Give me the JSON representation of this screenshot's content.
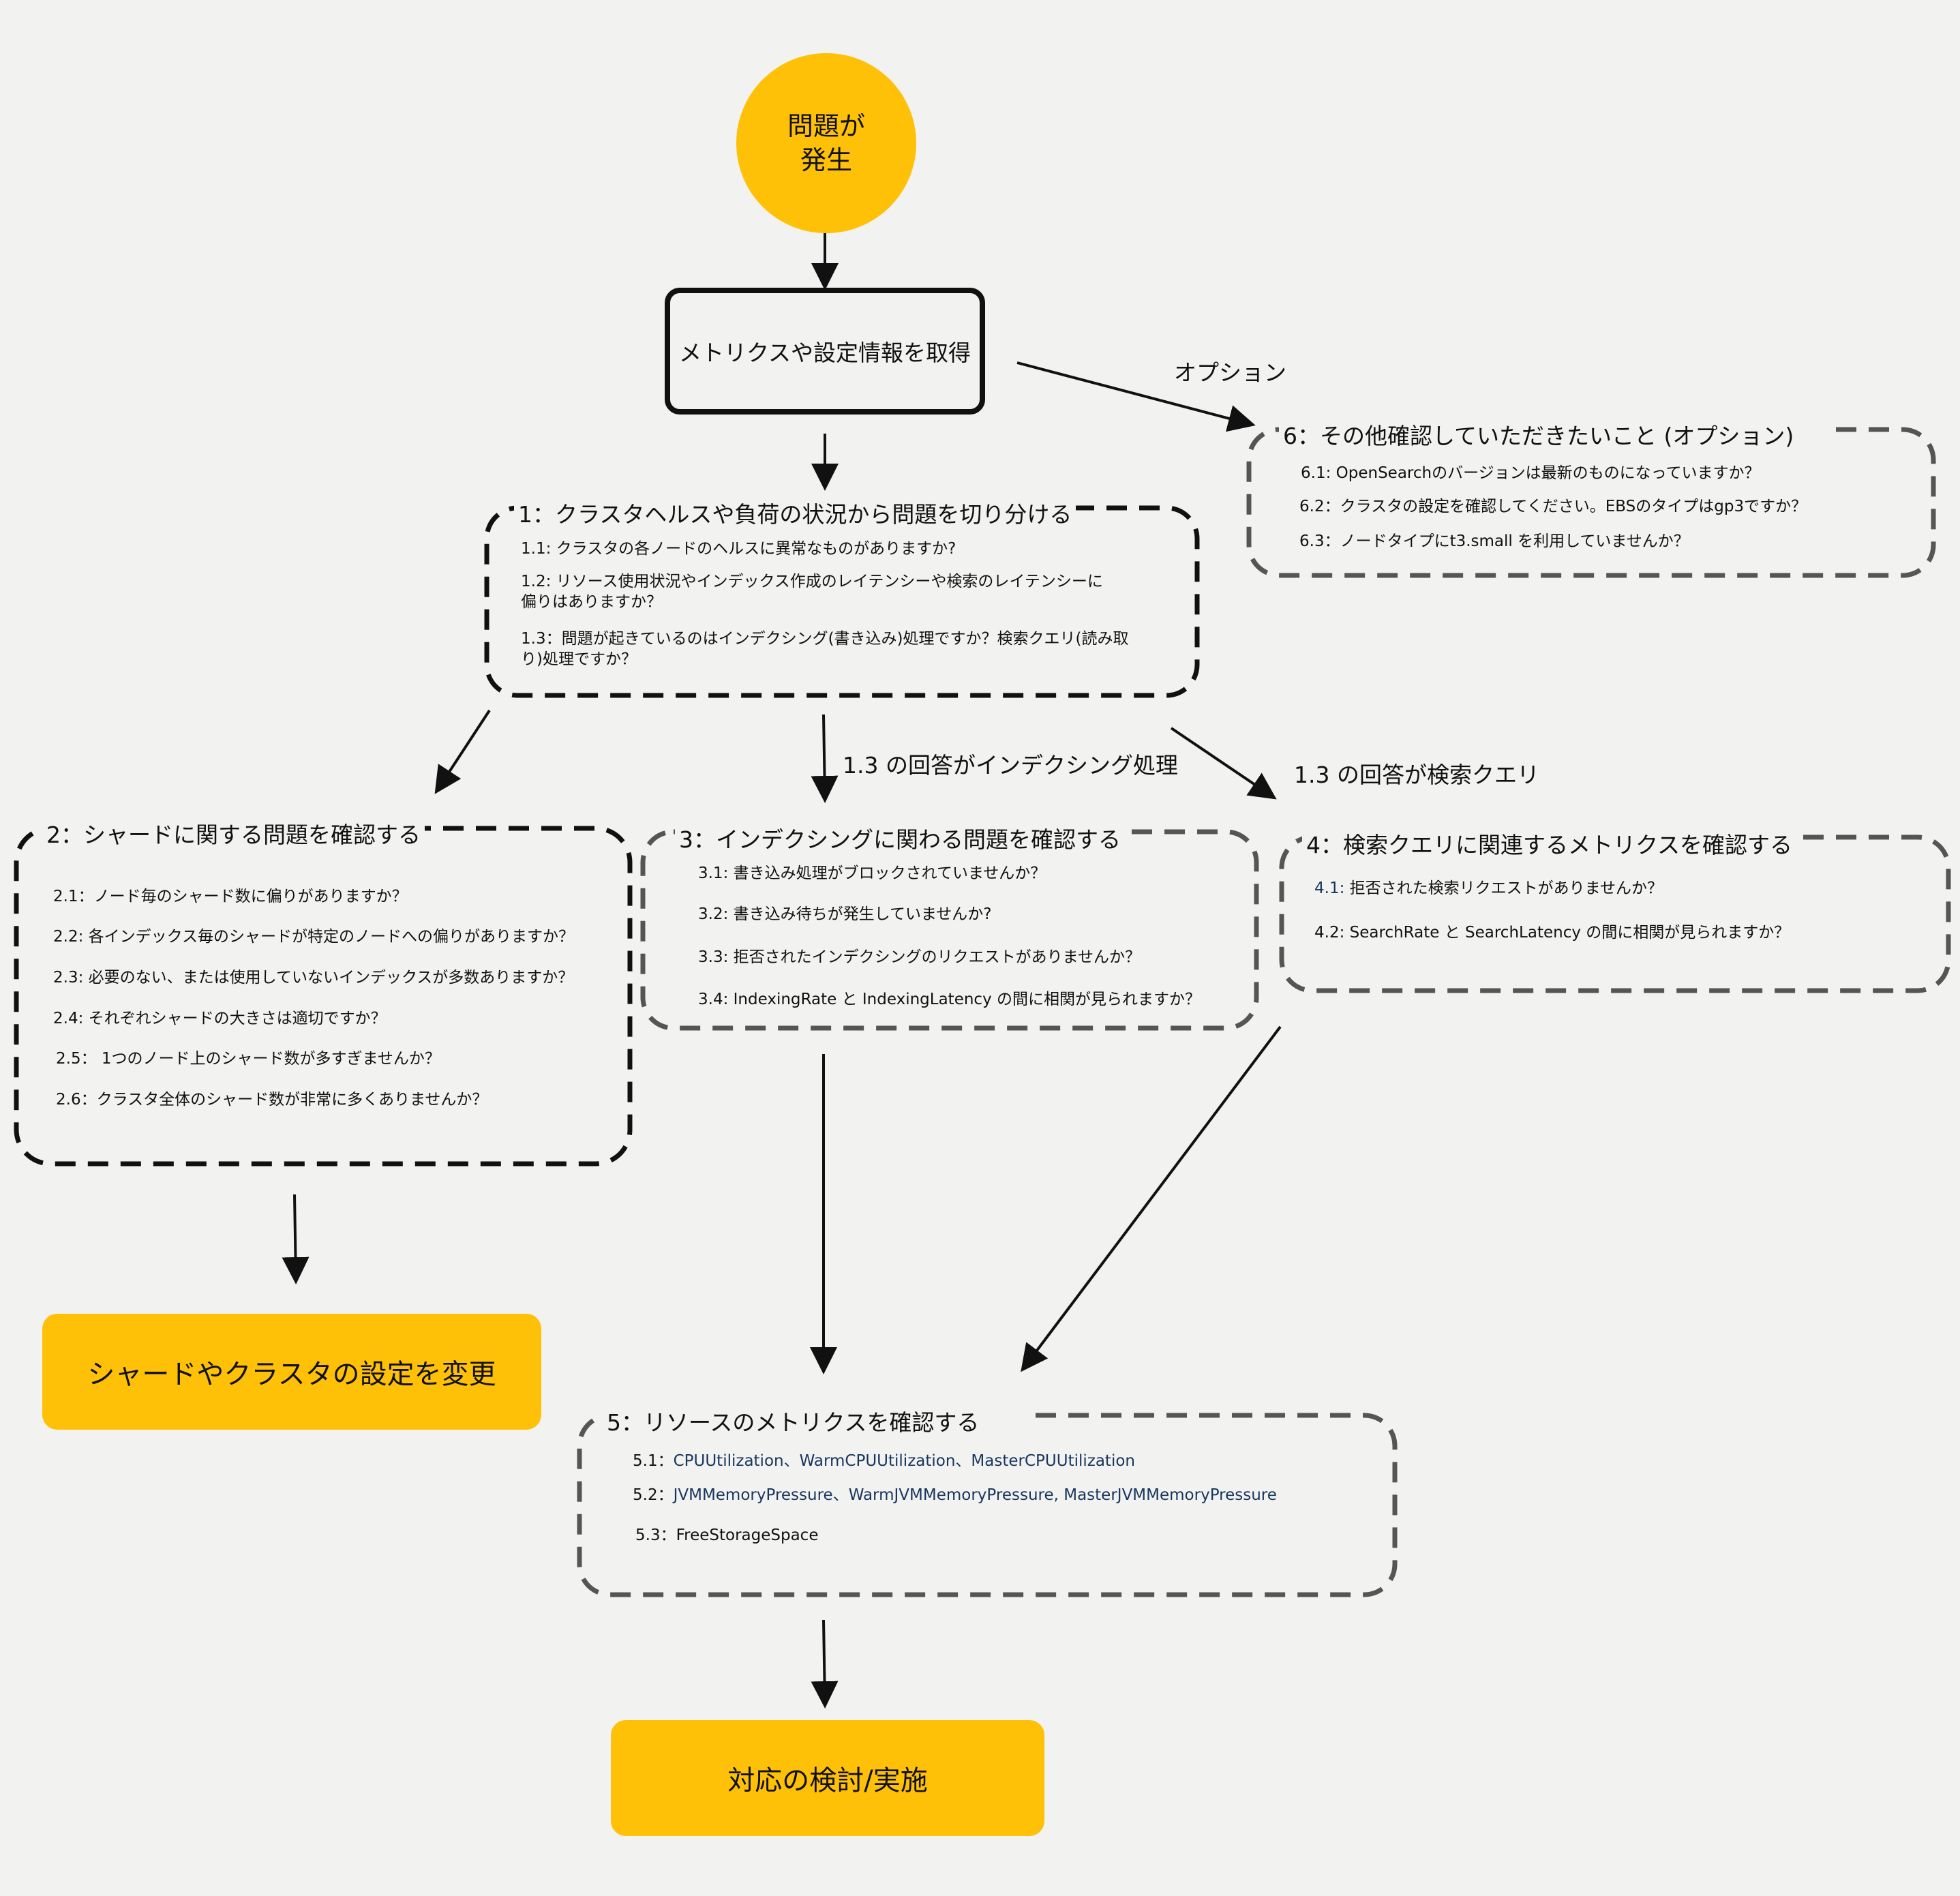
{
  "start": {
    "label": "問題が\n発生"
  },
  "get_metrics": {
    "label": "メトリクスや設定情報を取得"
  },
  "edge_labels": {
    "option": "オプション",
    "indexing": "1.3 の回答がインデクシング処理",
    "search": "1.3 の回答が検索クエリ"
  },
  "group1": {
    "title": "1：クラスタヘルスや負荷の状況から問題を切り分ける",
    "items": [
      "1.1: クラスタの各ノードのヘルスに異常なものがありますか?",
      "1.2: リソース使用状況やインデックス作成のレイテンシーや検索のレイテンシーに偏りはありますか？",
      "1.3：問題が起きているのはインデクシング(書き込み)処理ですか？検索クエリ(読み取り)処理ですか？"
    ]
  },
  "group2": {
    "title": "2：シャードに関する問題を確認する",
    "items": [
      "2.1：ノード毎のシャード数に偏りがありますか？",
      "2.2: 各インデックス毎のシャードが特定のノードへの偏りがありますか？",
      "2.3: 必要のない、または使用していないインデックスが多数ありますか？",
      "2.4: それぞれシャードの大きさは適切ですか？",
      "2.5： 1つのノード上のシャード数が多すぎませんか？",
      "2.6：クラスタ全体のシャード数が非常に多くありませんか？"
    ]
  },
  "group3": {
    "title": "3：インデクシングに関わる問題を確認する",
    "items": [
      "3.1: 書き込み処理がブロックされていませんか？",
      "3.2: 書き込み待ちが発生していませんか?",
      "3.3: 拒否されたインデクシングのリクエストがありませんか？",
      "3.4: IndexingRate と IndexingLatency の間に相関が見られますか？"
    ]
  },
  "group4": {
    "title": "4：検索クエリに関連するメトリクスを確認する",
    "items": [
      {
        "prefix": "4.1:",
        "text": " 拒否された検索リクエストがありませんか？"
      },
      {
        "prefix": "4.2:",
        "text": " SearchRate と SearchLatency の間に相関が見られますか？"
      }
    ]
  },
  "group5": {
    "title": "5：リソースのメトリクスを確認する",
    "items": [
      {
        "prefix": "5.1：",
        "text": "CPUUtilization、WarmCPUUtilization、MasterCPUUtilization"
      },
      {
        "prefix": "5.2：",
        "text": "JVMMemoryPressure、WarmJVMMemoryPressure, MasterJVMMemoryPressure"
      },
      {
        "prefix": "5.3：",
        "text": "FreeStorageSpace"
      }
    ]
  },
  "group6": {
    "title": "6：その他確認していただきたいこと (オプション)",
    "items": [
      "6.1: OpenSearchのバージョンは最新のものになっていますか？",
      "6.2：クラスタの設定を確認してください。EBSのタイプはgp3ですか？",
      "6.3：ノードタイプにt3.small を利用していませんか？"
    ]
  },
  "change_settings": {
    "label": "シャードやクラスタの設定を変更"
  },
  "final": {
    "label": "対応の検討/実施"
  },
  "colors": {
    "accent": "#ffc107",
    "background": "#f2f2f1",
    "dash_black": "#111111",
    "dash_grey": "#555555",
    "link_blue": "#17365d"
  }
}
